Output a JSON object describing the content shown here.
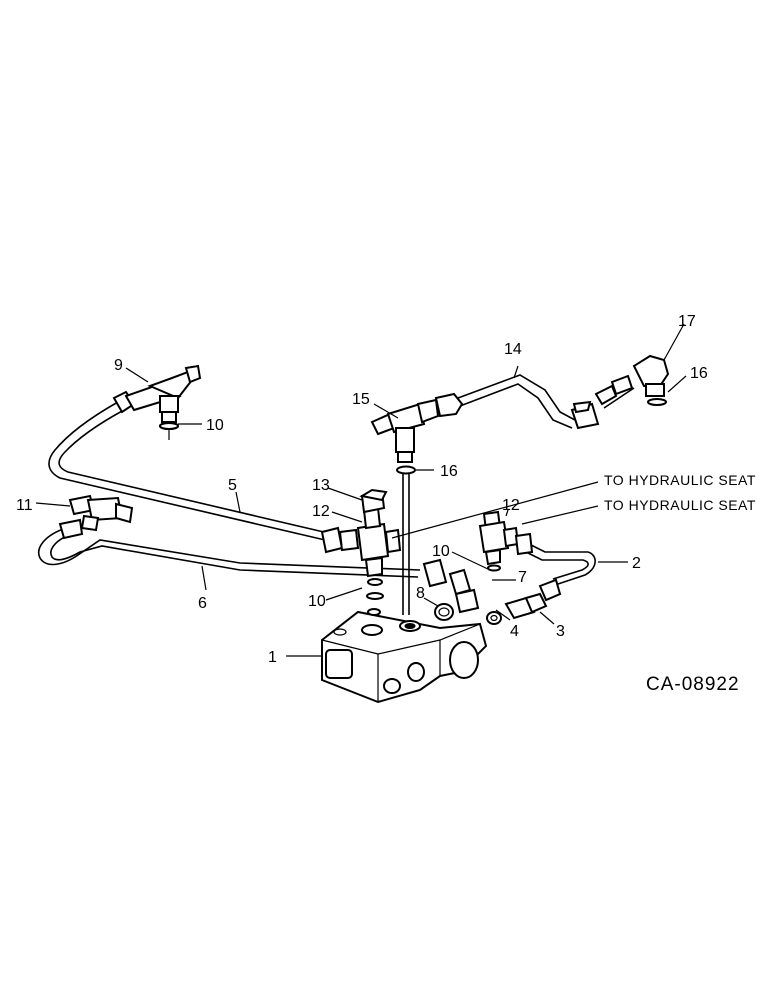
{
  "callouts": [
    "1",
    "2",
    "3",
    "4",
    "5",
    "6",
    "7",
    "8",
    "9",
    "10",
    "10",
    "10",
    "11",
    "12",
    "12",
    "13",
    "14",
    "15",
    "16",
    "16",
    "17"
  ],
  "notes": {
    "seat_upper": "TO HYDRAULIC SEAT",
    "seat_lower": "TO HYDRAULIC SEAT"
  },
  "drawing_code": "CA-08922"
}
